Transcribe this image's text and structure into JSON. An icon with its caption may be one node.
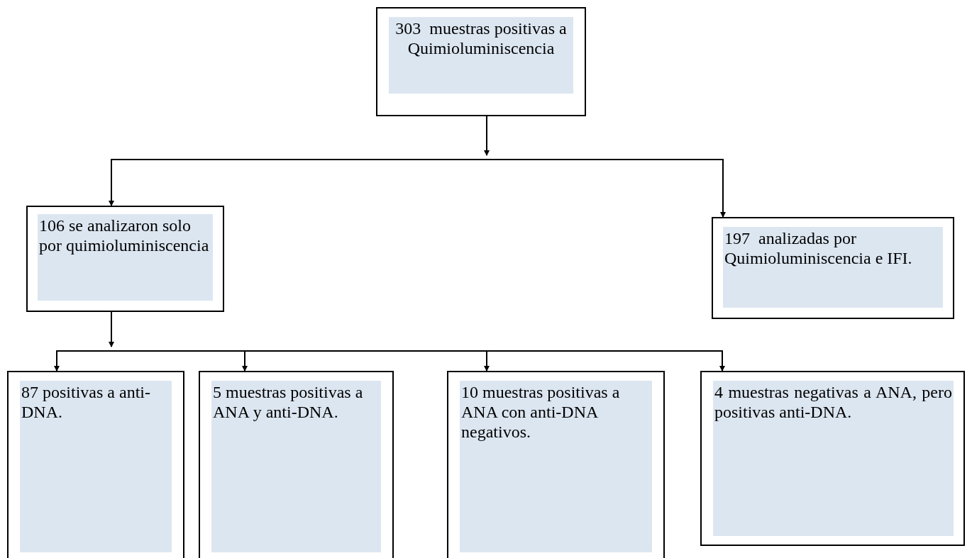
{
  "diagram": {
    "nodes": [
      {
        "text": [
          "303  muestras positivas a Quimioluminiscencia"
        ]
      },
      {
        "text": [
          "106 se analizaron solo por quimioluminiscencia"
        ]
      },
      {
        "text": [
          "197  analizadas por Quimioluminiscencia e IFI."
        ]
      },
      {
        "text": [
          "87 positivas a anti-DNA."
        ]
      },
      {
        "text": [
          "5 muestras positivas a ANA y anti-DNA."
        ]
      },
      {
        "text": [
          "10 muestras positivas a ANA con anti-DNA negativos."
        ]
      },
      {
        "text": [
          "4 muestras negativas a ANA, pero positivas anti-DNA."
        ]
      }
    ],
    "edges": [
      {
        "from": 0,
        "to": 1,
        "arrow": "to"
      },
      {
        "from": 0,
        "to": 2,
        "arrow": "to"
      },
      {
        "from": 1,
        "to": 3,
        "arrow": "to"
      },
      {
        "from": 1,
        "to": 4,
        "arrow": "to"
      },
      {
        "from": 1,
        "to": 5,
        "arrow": "to"
      },
      {
        "from": 1,
        "to": 6,
        "arrow": "to"
      }
    ]
  }
}
